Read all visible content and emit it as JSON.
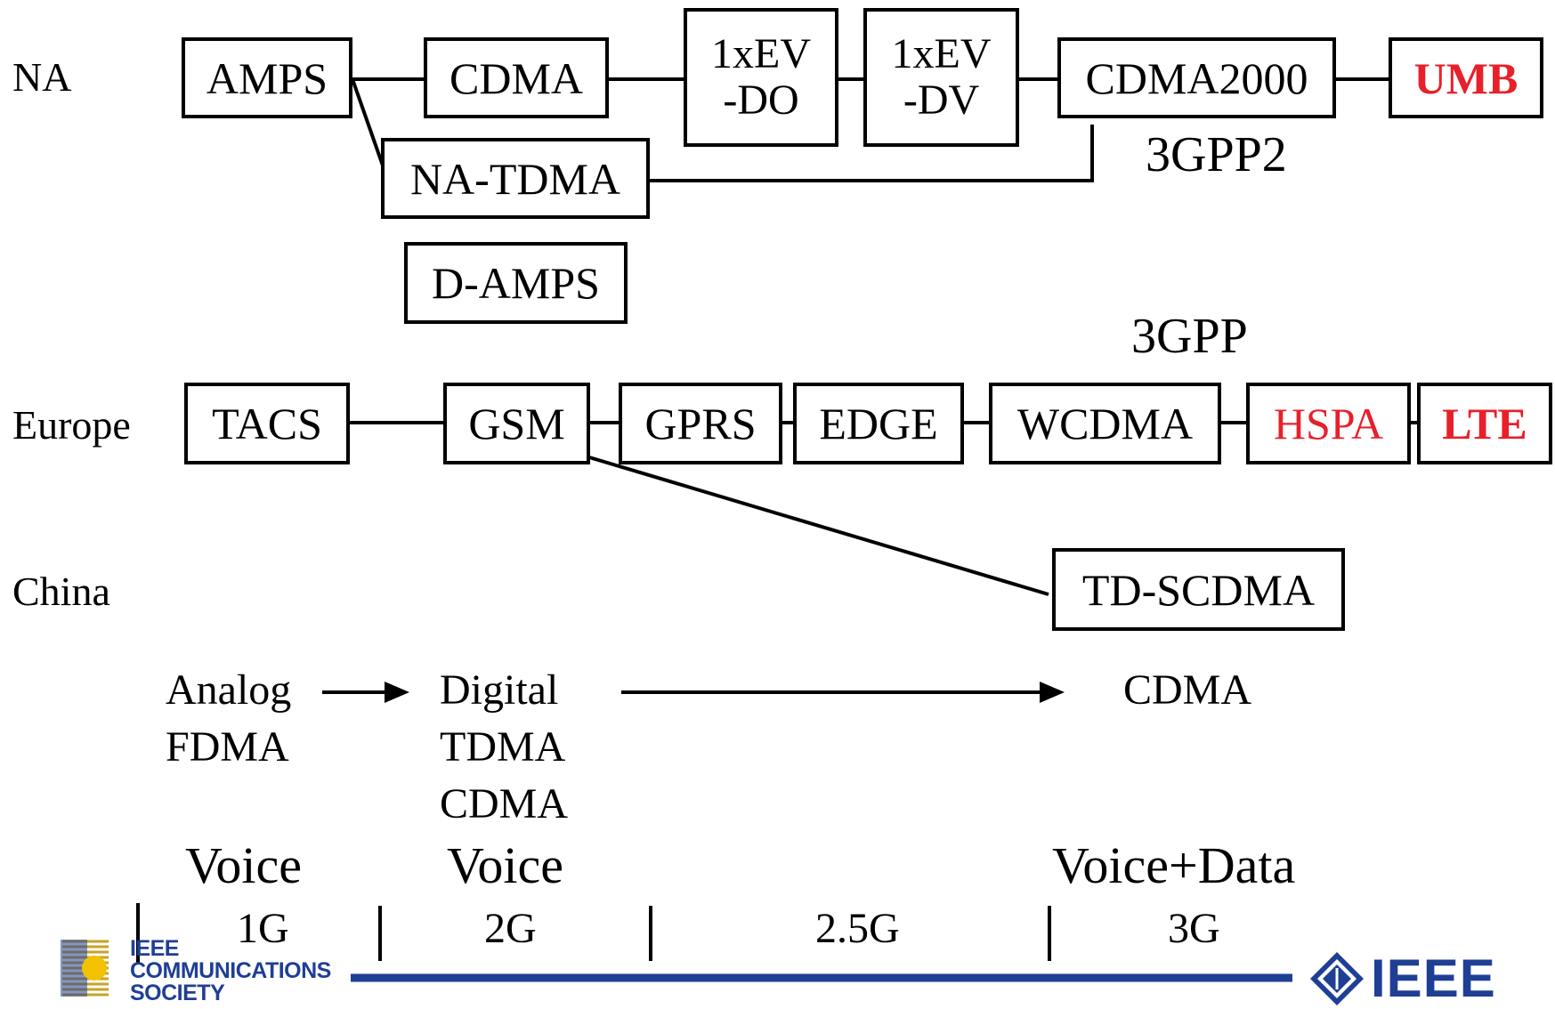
{
  "regions": {
    "na": "NA",
    "europe": "Europe",
    "china": "China"
  },
  "boxes": {
    "amps": "AMPS",
    "cdma": "CDMA",
    "ev_do_line1": "1xEV",
    "ev_do_line2": "-DO",
    "ev_dv_line1": "1xEV",
    "ev_dv_line2": "-DV",
    "cdma2000": "CDMA2000",
    "umb": "UMB",
    "na_tdma": "NA-TDMA",
    "d_amps": "D-AMPS",
    "tacs": "TACS",
    "gsm": "GSM",
    "gprs": "GPRS",
    "edge": "EDGE",
    "wcdma": "WCDMA",
    "hspa": "HSPA",
    "lte": "LTE",
    "td_scdma": "TD-SCDMA"
  },
  "organizations": {
    "na": "3GPP2",
    "europe": "3GPP"
  },
  "technologies": {
    "analog": "Analog",
    "fdma": "FDMA",
    "digital": "Digital",
    "tdma": "TDMA",
    "cdma_2g": "CDMA",
    "cdma_3g": "CDMA"
  },
  "capabilities": {
    "g1": "Voice",
    "g2": "Voice",
    "g3": "Voice+Data"
  },
  "generations": [
    "1G",
    "2G",
    "2.5G",
    "3G"
  ],
  "logos": {
    "comsoc_line1": "IEEE",
    "comsoc_line2": "COMMUNICATIONS",
    "comsoc_line3": "SOCIETY",
    "ieee": "IEEE"
  },
  "colors": {
    "line": "#000000",
    "highlight_red": "#e8202a",
    "timeline_blue": "#1f3f95",
    "logo_gold": "#c9a227"
  }
}
